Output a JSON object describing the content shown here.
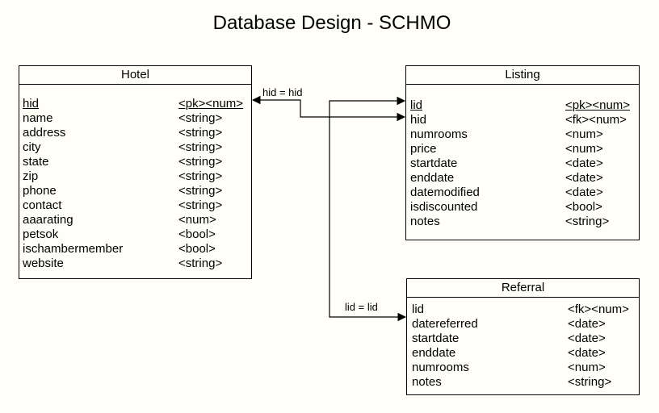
{
  "title": "Database Design - SCHMO",
  "colors": {
    "background": "#fffff7",
    "line": "#000000"
  },
  "hotel": {
    "name": "Hotel",
    "fields": [
      {
        "name": "hid",
        "type": "<pk><num>"
      },
      {
        "name": "name",
        "type": "<string>"
      },
      {
        "name": "address",
        "type": "<string>"
      },
      {
        "name": "city",
        "type": "<string>"
      },
      {
        "name": "state",
        "type": "<string>"
      },
      {
        "name": "zip",
        "type": "<string>"
      },
      {
        "name": "phone",
        "type": "<string>"
      },
      {
        "name": "contact",
        "type": "<string>"
      },
      {
        "name": "aaarating",
        "type": "<num>"
      },
      {
        "name": "petsok",
        "type": "<bool>"
      },
      {
        "name": "ischambermember",
        "type": "<bool>"
      },
      {
        "name": "website",
        "type": "<string>"
      }
    ]
  },
  "listing": {
    "name": "Listing",
    "fields": [
      {
        "name": "lid",
        "type": "<pk><num>"
      },
      {
        "name": "hid",
        "type": "<fk><num>"
      },
      {
        "name": "numrooms",
        "type": "<num>"
      },
      {
        "name": "price",
        "type": "<num>"
      },
      {
        "name": "startdate",
        "type": "<date>"
      },
      {
        "name": "enddate",
        "type": "<date>"
      },
      {
        "name": "datemodified",
        "type": "<date>"
      },
      {
        "name": "isdiscounted",
        "type": "<bool>"
      },
      {
        "name": "notes",
        "type": "<string>"
      }
    ]
  },
  "referral": {
    "name": "Referral",
    "fields": [
      {
        "name": "lid",
        "type": "<fk><num>"
      },
      {
        "name": "datereferred",
        "type": "<date>"
      },
      {
        "name": "startdate",
        "type": "<date>"
      },
      {
        "name": "enddate",
        "type": "<date>"
      },
      {
        "name": "numrooms",
        "type": "<num>"
      },
      {
        "name": "notes",
        "type": "<string>"
      }
    ]
  },
  "relationships": {
    "hotel_listing": "hid = hid",
    "listing_referral": "lid = lid"
  }
}
